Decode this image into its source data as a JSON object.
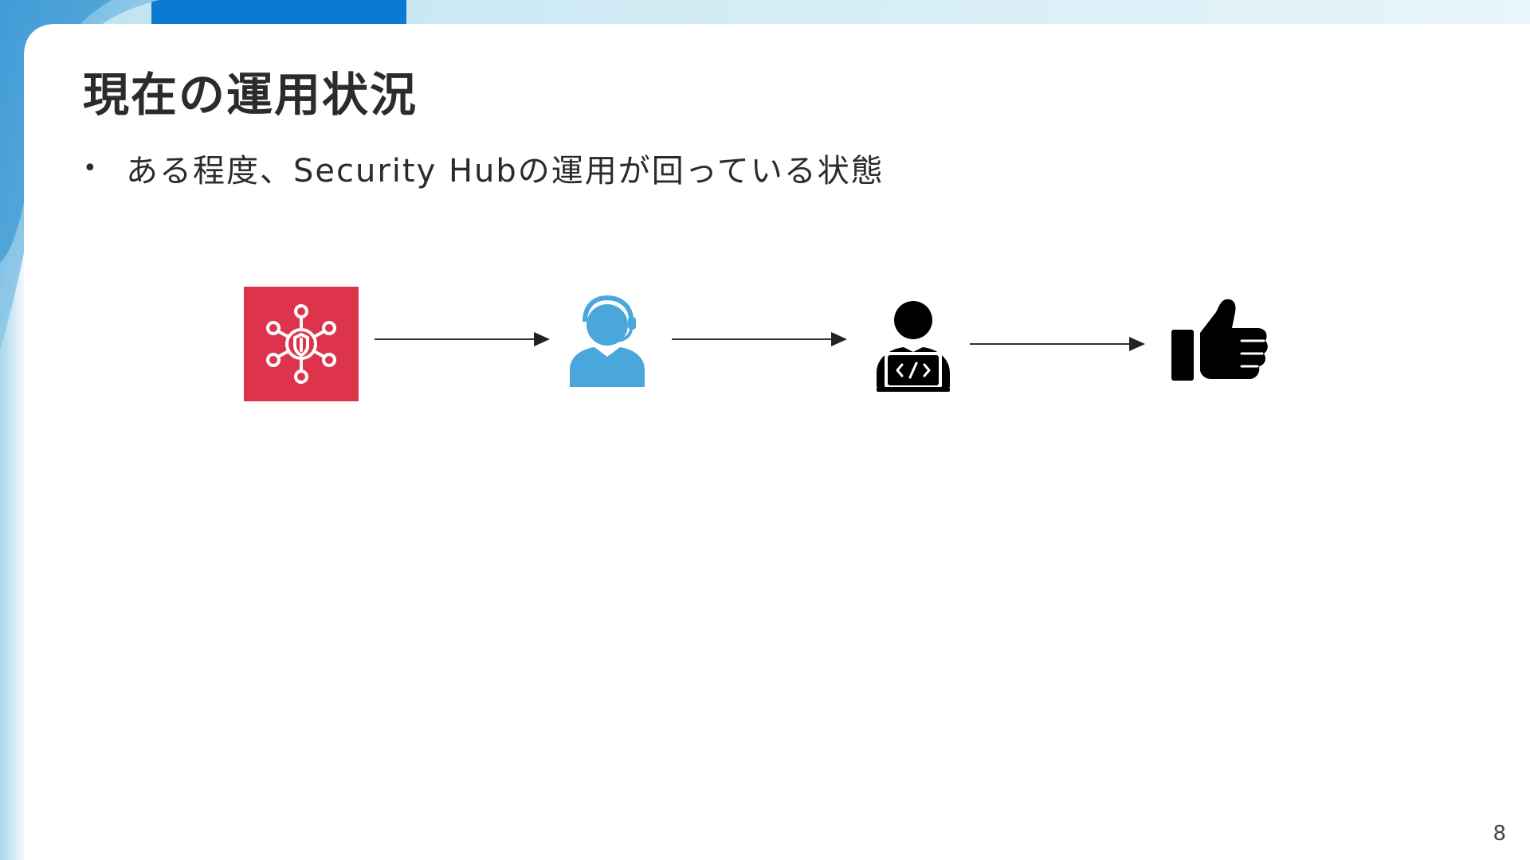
{
  "slide": {
    "title": "現在の運用状況",
    "bullets": [
      "ある程度、Security Hubの運用が回っている状態"
    ],
    "page_number": "8"
  },
  "flow": {
    "steps": [
      {
        "icon": "security-hub-icon"
      },
      {
        "icon": "support-operator-icon"
      },
      {
        "icon": "developer-laptop-icon"
      },
      {
        "icon": "thumbs-up-icon"
      }
    ]
  },
  "colors": {
    "security_hub_bg": "#dd344c",
    "operator_blue": "#4aa7dc",
    "accent_blue": "#0a7bd1",
    "text": "#2b2b2b"
  }
}
